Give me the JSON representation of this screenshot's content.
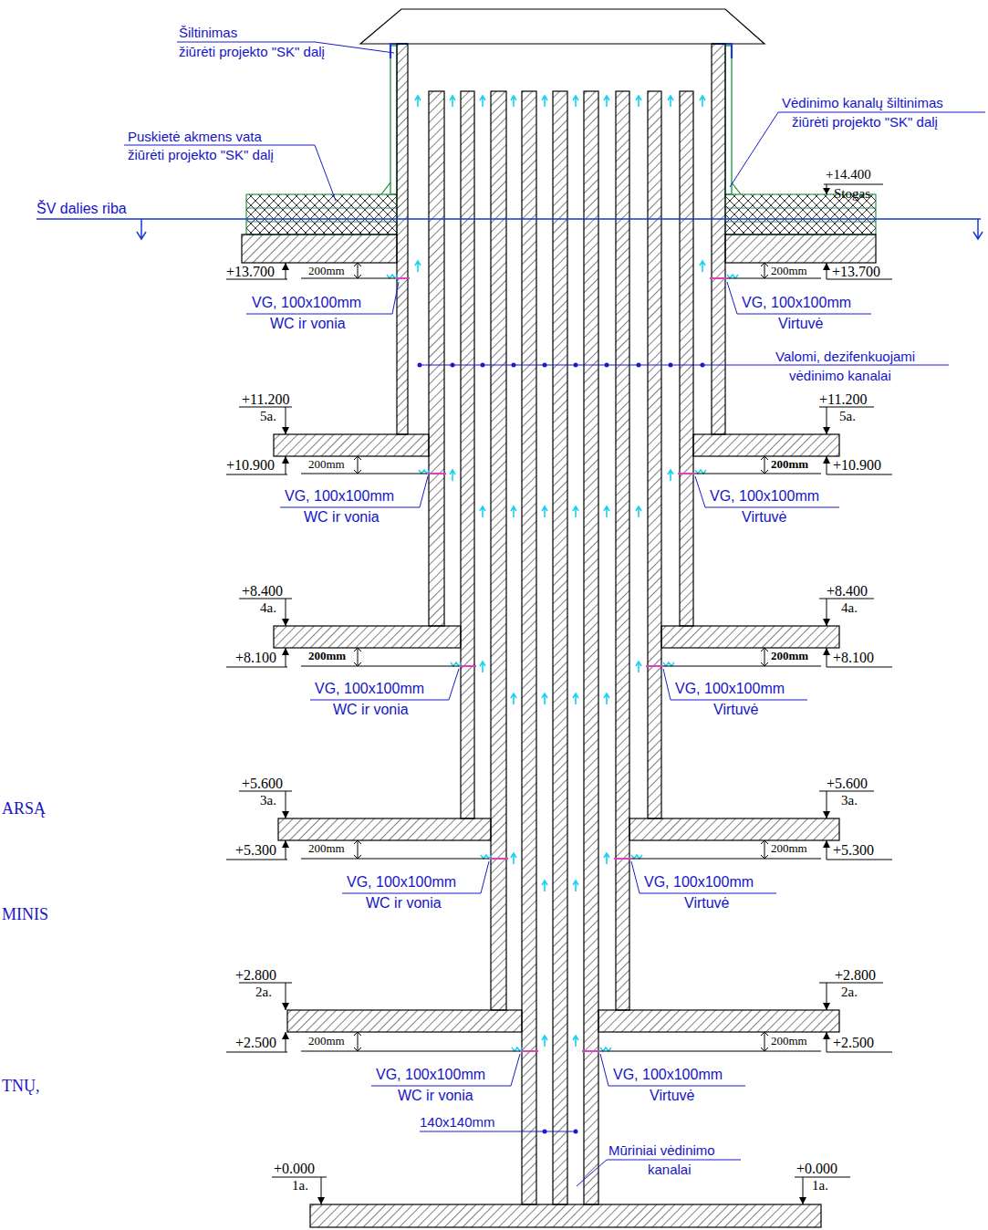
{
  "diagram": {
    "labels": [
      "Šiltinimas",
      "žiūrėti projekto \"SK\" dalį",
      "Vėdinimo kanalų šiltinimas",
      "žiūrėti projekto \"SK\" dalį",
      "Puskietė akmens vata",
      "žiūrėti projekto \"SK\" dalį",
      "+14.400",
      "Stogas",
      "ŠV dalies riba",
      "+13.700",
      "200mm",
      "200mm",
      "+13.700",
      "VG, 100x100mm",
      "VG, 100x100mm",
      "WC ir vonia",
      "Virtuvė",
      "Valomi, dezifenkuojami",
      "vėdinimo kanalai",
      "+11.200",
      "+11.200",
      "5a.",
      "5a.",
      "+10.900",
      "200mm",
      "200mm",
      "+10.900",
      "VG, 100x100mm",
      "VG, 100x100mm",
      "WC ir vonia",
      "Virtuvė",
      "+8.400",
      "+8.400",
      "4a.",
      "4a.",
      "+8.100",
      "200mm",
      "200mm",
      "+8.100",
      "VG, 100x100mm",
      "VG, 100x100mm",
      "WC ir vonia",
      "Virtuvė",
      "+5.600",
      "+5.600",
      "3a.",
      "3a.",
      "ARSĄ",
      "+5.300",
      "200mm",
      "200mm",
      "+5.300",
      "VG, 100x100mm",
      "VG, 100x100mm",
      "WC ir vonia",
      "Virtuvė",
      "MINIS",
      "+2.800",
      "+2.800",
      "2a.",
      "2a.",
      "+2.500",
      "200mm",
      "200mm",
      "+2.500",
      "VG, 100x100mm",
      "VG, 100x100mm",
      "WC ir vonia",
      "TNŲ,",
      "Virtuvė",
      "140x140mm",
      "Mūriniai vėdinimo",
      "kanalai",
      "+0.000",
      "+0.000",
      "1a.",
      "1a."
    ]
  }
}
